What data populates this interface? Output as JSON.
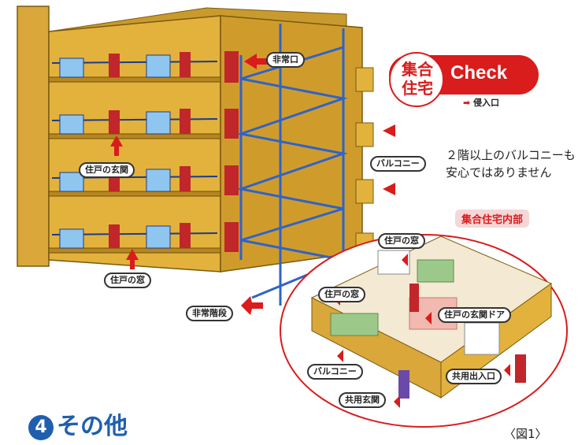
{
  "badge": {
    "line1": "集合",
    "line2": "住宅",
    "check": "Check",
    "legend_arrow": "➡",
    "legend_text": "侵入口"
  },
  "labels": {
    "emergency_exit": "非常口",
    "unit_entrance": "住戸の玄関",
    "balcony": "バルコニー",
    "unit_window": "住戸の窓",
    "emergency_stairs": "非常階段",
    "interior_window": "住戸の窓",
    "interior_entrance_door": "住戸の玄関ドア",
    "interior_balcony": "バルコニー",
    "shared_entrance_exit": "共用出入口",
    "shared_entrance": "共用玄関"
  },
  "note": {
    "line1": "２階以上のバルコニーも",
    "line2": "安心ではありません"
  },
  "interior_title": "集合住宅内部",
  "section": {
    "number": "4",
    "title": "その他"
  },
  "figure_caption": "〈図1〉",
  "colors": {
    "building": "#e3b23c",
    "building_dark": "#b8861f",
    "stairs": "#2f63c8",
    "accent_red": "#d91c1c",
    "door_red": "#c0262a"
  }
}
